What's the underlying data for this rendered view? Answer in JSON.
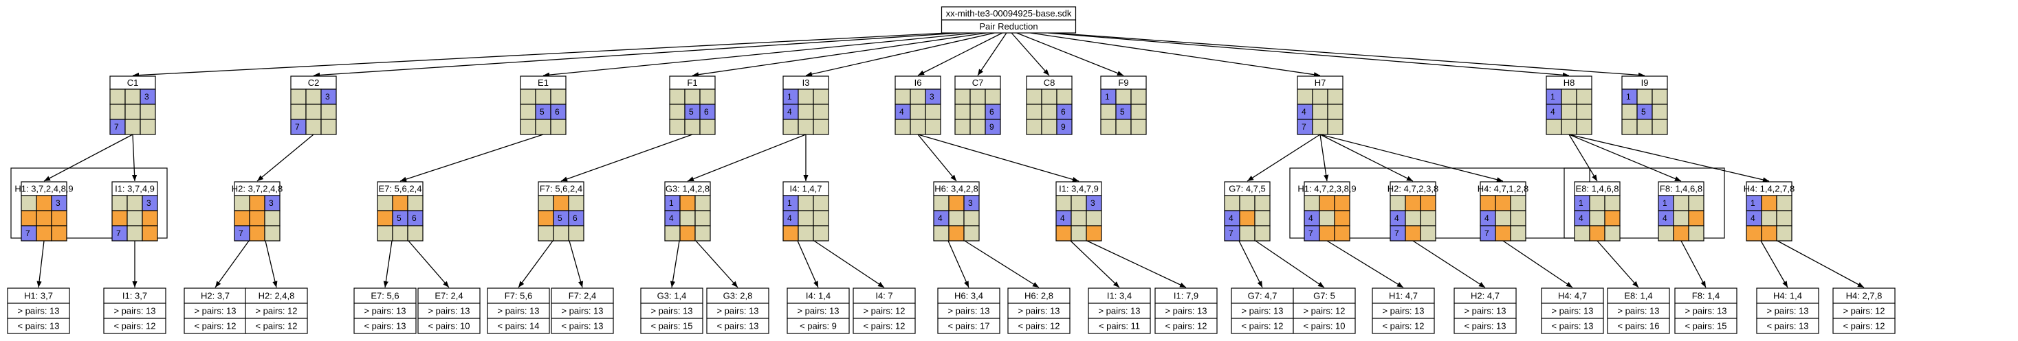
{
  "root": {
    "file": "xx-mith-te3-00094925-base.sdk",
    "label": "Pair Reduction"
  },
  "colors": {
    "stroke": "#000000",
    "empty": "#d8d8b4",
    "blue": "#8080f0",
    "orange": "#f7a23c",
    "box": "#ffffff"
  },
  "level1": [
    {
      "title": "C1",
      "cells": [
        "e",
        "e",
        "3",
        "e",
        "e",
        "e",
        "7",
        "e",
        "e"
      ]
    },
    {
      "title": "C2",
      "cells": [
        "e",
        "e",
        "3",
        "e",
        "e",
        "e",
        "7",
        "e",
        "e"
      ]
    },
    {
      "title": "E1",
      "cells": [
        "e",
        "e",
        "e",
        "e",
        "5",
        "6",
        "e",
        "e",
        "e"
      ]
    },
    {
      "title": "F1",
      "cells": [
        "e",
        "e",
        "e",
        "e",
        "5",
        "6",
        "e",
        "e",
        "e"
      ]
    },
    {
      "title": "I3",
      "cells": [
        "1",
        "e",
        "e",
        "4",
        "e",
        "e",
        "e",
        "e",
        "e"
      ]
    },
    {
      "title": "I6",
      "cells": [
        "e",
        "e",
        "3",
        "4",
        "e",
        "e",
        "e",
        "e",
        "e"
      ]
    },
    {
      "title": "C7",
      "cells": [
        "e",
        "e",
        "e",
        "e",
        "e",
        "6",
        "e",
        "e",
        "9"
      ]
    },
    {
      "title": "C8",
      "cells": [
        "e",
        "e",
        "e",
        "e",
        "e",
        "6",
        "e",
        "e",
        "9"
      ]
    },
    {
      "title": "F9",
      "cells": [
        "1",
        "e",
        "e",
        "e",
        "5",
        "e",
        "e",
        "e",
        "e"
      ]
    },
    {
      "title": "H7",
      "cells": [
        "e",
        "e",
        "e",
        "4",
        "e",
        "e",
        "7",
        "e",
        "e"
      ]
    },
    {
      "title": "H8",
      "cells": [
        "1",
        "e",
        "e",
        "4",
        "e",
        "e",
        "e",
        "e",
        "e"
      ]
    },
    {
      "title": "I9",
      "cells": [
        "1",
        "e",
        "e",
        "e",
        "5",
        "e",
        "e",
        "e",
        "e"
      ]
    }
  ],
  "level2": [
    {
      "title": "H1: 3,7,2,4,8,9",
      "cells": [
        "e",
        "o",
        "3",
        "o",
        "o",
        "o",
        "7",
        "o",
        "o"
      ]
    },
    {
      "title": "I1: 3,7,4,9",
      "cells": [
        "e",
        "e",
        "3",
        "o",
        "e",
        "o",
        "7",
        "e",
        "o"
      ]
    },
    {
      "title": "H2: 3,7,2,4,8",
      "cells": [
        "e",
        "o",
        "3",
        "o",
        "o",
        "e",
        "7",
        "o",
        "e"
      ]
    },
    {
      "title": "E7: 5,6,2,4",
      "cells": [
        "e",
        "o",
        "e",
        "o",
        "5",
        "6",
        "e",
        "e",
        "e"
      ]
    },
    {
      "title": "F7: 5,6,2,4",
      "cells": [
        "e",
        "o",
        "e",
        "o",
        "5",
        "6",
        "e",
        "e",
        "e"
      ]
    },
    {
      "title": "G3: 1,4,2,8",
      "cells": [
        "1",
        "o",
        "e",
        "4",
        "e",
        "e",
        "e",
        "o",
        "e"
      ]
    },
    {
      "title": "I4: 1,4,7",
      "cells": [
        "1",
        "e",
        "e",
        "4",
        "e",
        "e",
        "o",
        "e",
        "e"
      ]
    },
    {
      "title": "H6: 3,4,2,8",
      "cells": [
        "e",
        "o",
        "3",
        "4",
        "e",
        "e",
        "e",
        "o",
        "e"
      ]
    },
    {
      "title": "I1: 3,4,7,9",
      "cells": [
        "e",
        "e",
        "3",
        "4",
        "e",
        "e",
        "o",
        "e",
        "o"
      ]
    },
    {
      "title": "G7: 4,7,5",
      "cells": [
        "e",
        "e",
        "e",
        "4",
        "o",
        "e",
        "7",
        "e",
        "e"
      ]
    },
    {
      "title": "H1: 4,7,2,3,8,9",
      "cells": [
        "e",
        "o",
        "o",
        "4",
        "e",
        "o",
        "7",
        "o",
        "o"
      ]
    },
    {
      "title": "H2: 4,7,2,3,8",
      "cells": [
        "e",
        "o",
        "o",
        "4",
        "e",
        "e",
        "7",
        "o",
        "e"
      ]
    },
    {
      "title": "H4: 4,7,1,2,8",
      "cells": [
        "o",
        "o",
        "e",
        "4",
        "e",
        "e",
        "7",
        "o",
        "e"
      ]
    },
    {
      "title": "E8: 1,4,6,8",
      "cells": [
        "1",
        "e",
        "e",
        "4",
        "e",
        "o",
        "e",
        "o",
        "e"
      ]
    },
    {
      "title": "F8: 1,4,6,8",
      "cells": [
        "1",
        "e",
        "e",
        "4",
        "e",
        "o",
        "e",
        "o",
        "e"
      ]
    },
    {
      "title": "H4: 1,4,2,7,8",
      "cells": [
        "1",
        "o",
        "e",
        "4",
        "e",
        "e",
        "o",
        "o",
        "e"
      ]
    }
  ],
  "groups": [
    {
      "name": "c1-group"
    },
    {
      "name": "h7-group"
    },
    {
      "name": "h8-group"
    }
  ],
  "level3": [
    {
      "title": "H1: 3,7",
      "more": "> pairs: 13",
      "less": "< pairs: 13"
    },
    {
      "title": "I1: 3,7",
      "more": "> pairs: 13",
      "less": "< pairs: 12"
    },
    {
      "title": "H2: 3,7",
      "more": "> pairs: 13",
      "less": "< pairs: 12"
    },
    {
      "title": "H2: 2,4,8",
      "more": "> pairs: 12",
      "less": "< pairs: 12"
    },
    {
      "title": "E7: 5,6",
      "more": "> pairs: 13",
      "less": "< pairs: 13"
    },
    {
      "title": "E7: 2,4",
      "more": "> pairs: 13",
      "less": "< pairs: 10"
    },
    {
      "title": "F7: 5,6",
      "more": "> pairs: 13",
      "less": "< pairs: 14"
    },
    {
      "title": "F7: 2,4",
      "more": "> pairs: 13",
      "less": "< pairs: 13"
    },
    {
      "title": "G3: 1,4",
      "more": "> pairs: 13",
      "less": "< pairs: 15"
    },
    {
      "title": "G3: 2,8",
      "more": "> pairs: 13",
      "less": "< pairs: 13"
    },
    {
      "title": "I4: 1,4",
      "more": "> pairs: 13",
      "less": "< pairs: 9"
    },
    {
      "title": "I4: 7",
      "more": "> pairs: 12",
      "less": "< pairs: 12"
    },
    {
      "title": "H6: 3,4",
      "more": "> pairs: 13",
      "less": "< pairs: 17"
    },
    {
      "title": "H6: 2,8",
      "more": "> pairs: 13",
      "less": "< pairs: 12"
    },
    {
      "title": "I1: 3,4",
      "more": "> pairs: 13",
      "less": "< pairs: 11"
    },
    {
      "title": "I1: 7,9",
      "more": "> pairs: 13",
      "less": "< pairs: 12"
    },
    {
      "title": "G7: 4,7",
      "more": "> pairs: 13",
      "less": "< pairs: 12"
    },
    {
      "title": "G7: 5",
      "more": "> pairs: 12",
      "less": "< pairs: 10"
    },
    {
      "title": "H1: 4,7",
      "more": "> pairs: 13",
      "less": "< pairs: 12"
    },
    {
      "title": "H2: 4,7",
      "more": "> pairs: 13",
      "less": "< pairs: 13"
    },
    {
      "title": "H4: 4,7",
      "more": "> pairs: 13",
      "less": "< pairs: 13"
    },
    {
      "title": "E8: 1,4",
      "more": "> pairs: 13",
      "less": "< pairs: 16"
    },
    {
      "title": "F8: 1,4",
      "more": "> pairs: 13",
      "less": "< pairs: 15"
    },
    {
      "title": "H4: 1,4",
      "more": "> pairs: 13",
      "less": "< pairs: 13"
    },
    {
      "title": "H4: 2,7,8",
      "more": "> pairs: 12",
      "less": "< pairs: 12"
    }
  ]
}
